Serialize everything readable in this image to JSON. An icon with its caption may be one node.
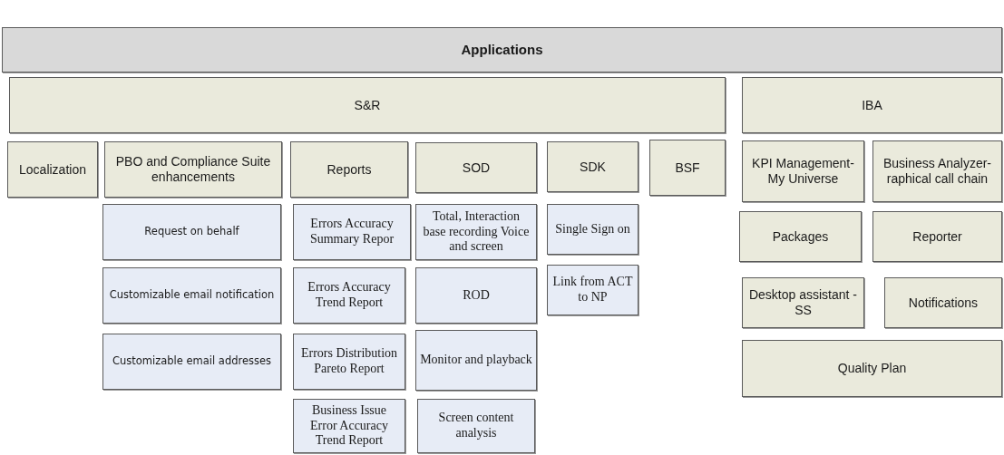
{
  "diagram": {
    "nodes": [
      {
        "text": [
          "Applications"
        ]
      },
      {
        "text": [
          "S&R"
        ]
      },
      {
        "text": [
          "IBA"
        ]
      },
      {
        "text": [
          "Localization"
        ]
      },
      {
        "text": [
          "PBO and Compliance Suite enhancements"
        ]
      },
      {
        "text": [
          "Reports"
        ]
      },
      {
        "text": [
          "SOD"
        ]
      },
      {
        "text": [
          "SDK"
        ]
      },
      {
        "text": [
          "BSF"
        ]
      },
      {
        "text": [
          "KPI Management-My Universe"
        ]
      },
      {
        "text": [
          "Business Analyzer-raphical call chain"
        ]
      },
      {
        "text": [
          "Request on behalf"
        ]
      },
      {
        "text": [
          "Errors Accuracy Summary Repor"
        ]
      },
      {
        "text": [
          "Total, Interaction base recording Voice and screen"
        ]
      },
      {
        "text": [
          "Single Sign on"
        ]
      },
      {
        "text": [
          "Packages"
        ]
      },
      {
        "text": [
          "Reporter"
        ]
      },
      {
        "text": [
          "Customizable email notification"
        ]
      },
      {
        "text": [
          "Errors Accuracy Trend Report"
        ]
      },
      {
        "text": [
          "ROD"
        ]
      },
      {
        "text": [
          "Link from ACT to NP"
        ]
      },
      {
        "text": [
          "Desktop assistant - SS"
        ]
      },
      {
        "text": [
          "Notifications"
        ]
      },
      {
        "text": [
          "Customizable email addresses"
        ]
      },
      {
        "text": [
          "Errors Distribution Pareto Report"
        ]
      },
      {
        "text": [
          "Monitor and playback"
        ]
      },
      {
        "text": [
          "Quality Plan"
        ]
      },
      {
        "text": [
          "Business Issue Error Accuracy Trend Report"
        ]
      },
      {
        "text": [
          "Screen content analysis"
        ]
      }
    ]
  }
}
